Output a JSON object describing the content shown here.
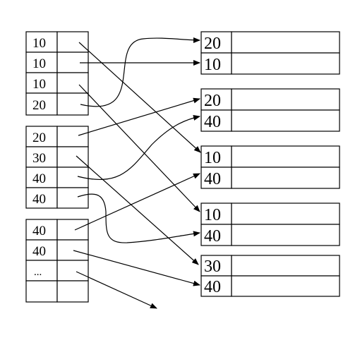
{
  "left_blocks": [
    {
      "rows": [
        "10",
        "10",
        "10",
        "20"
      ]
    },
    {
      "rows": [
        "20",
        "30",
        "40",
        "40"
      ]
    },
    {
      "rows": [
        "40",
        "40",
        "...",
        ""
      ]
    }
  ],
  "right_buckets": [
    {
      "rows": [
        "20",
        "10"
      ]
    },
    {
      "rows": [
        "20",
        "40"
      ]
    },
    {
      "rows": [
        "10",
        "40"
      ]
    },
    {
      "rows": [
        "10",
        "40"
      ]
    },
    {
      "rows": [
        "30",
        "40"
      ]
    }
  ],
  "colors": {
    "line": "#000000",
    "background": "#ffffff"
  }
}
